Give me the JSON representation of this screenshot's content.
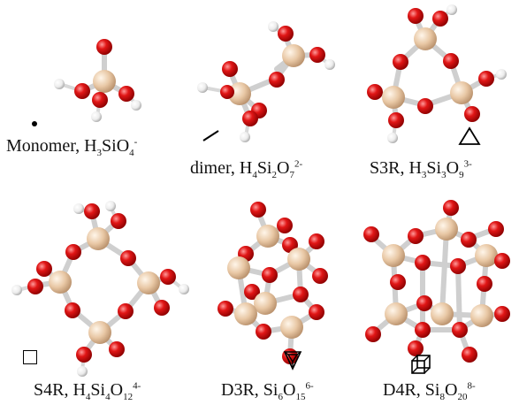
{
  "figure": {
    "panels": [
      {
        "id": "monomer",
        "label_main": "Monomer, ",
        "formula": [
          {
            "t": "H"
          },
          {
            "sub": "3"
          },
          {
            "t": "SiO"
          },
          {
            "sub": "4"
          }
        ],
        "charge": "-",
        "symbol": "dot-icon"
      },
      {
        "id": "dimer",
        "label_main": "dimer, ",
        "formula": [
          {
            "t": "H"
          },
          {
            "sub": "4"
          },
          {
            "t": "Si"
          },
          {
            "sub": "2"
          },
          {
            "t": "O"
          },
          {
            "sub": "7"
          }
        ],
        "charge": "2-",
        "symbol": "line-icon"
      },
      {
        "id": "s3r",
        "label_main": "S3R, ",
        "formula": [
          {
            "t": "H"
          },
          {
            "sub": "3"
          },
          {
            "t": "Si"
          },
          {
            "sub": "3"
          },
          {
            "t": "O"
          },
          {
            "sub": "9"
          }
        ],
        "charge": "3-",
        "symbol": "triangle-icon"
      },
      {
        "id": "s4r",
        "label_main": "S4R, ",
        "formula": [
          {
            "t": "H"
          },
          {
            "sub": "4"
          },
          {
            "t": "Si"
          },
          {
            "sub": "4"
          },
          {
            "t": "O"
          },
          {
            "sub": "12"
          }
        ],
        "charge": "4-",
        "symbol": "square-icon"
      },
      {
        "id": "d3r",
        "label_main": "D3R, ",
        "formula": [
          {
            "t": "Si"
          },
          {
            "sub": "6"
          },
          {
            "t": "O"
          },
          {
            "sub": "15"
          }
        ],
        "charge": "6-",
        "symbol": "prism-icon"
      },
      {
        "id": "d4r",
        "label_main": "D4R, ",
        "formula": [
          {
            "t": "Si"
          },
          {
            "sub": "8"
          },
          {
            "t": "O"
          },
          {
            "sub": "20"
          }
        ],
        "charge": "8-",
        "symbol": "cube-icon"
      }
    ],
    "colors": {
      "silicon": "#e9c9a7",
      "oxygen": "#d91414",
      "hydrogen": "#f2f2f2",
      "bond": "#cfcfcf"
    }
  }
}
